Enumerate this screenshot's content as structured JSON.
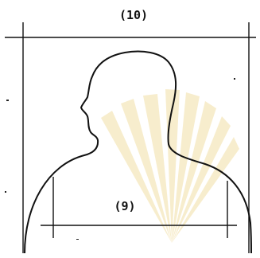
{
  "diagram": {
    "top_label": "(10)",
    "bottom_label": "(9)",
    "line_color": "#111111",
    "watermark_color": "#f2dfa6",
    "watermark": "sunburst-logo-watermark"
  }
}
